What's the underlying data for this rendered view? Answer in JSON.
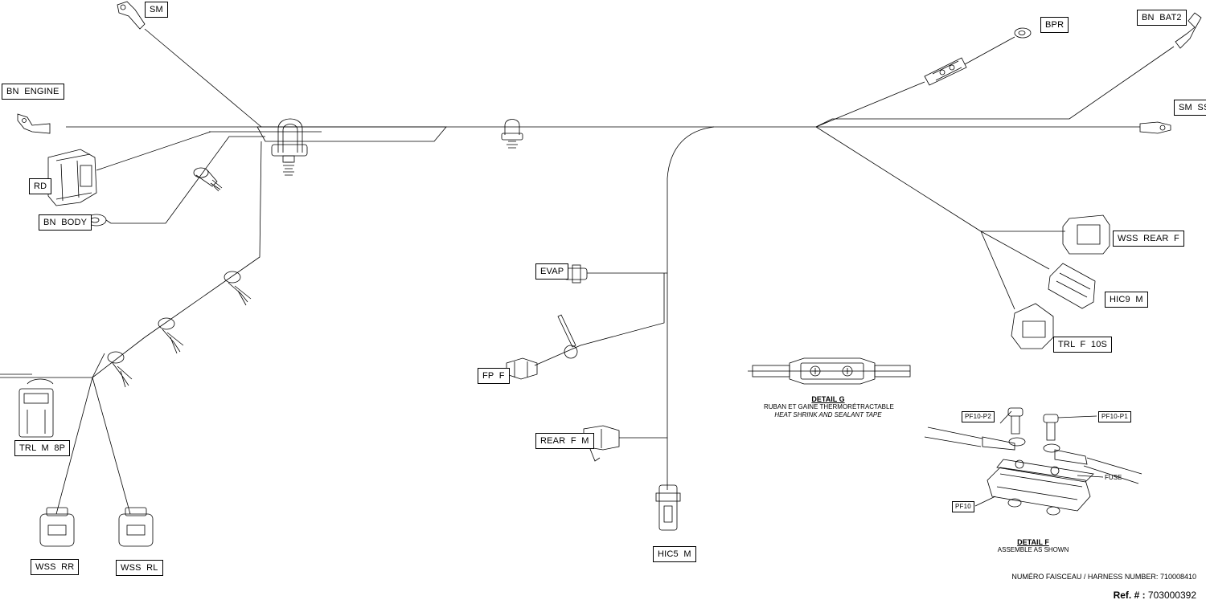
{
  "labels": {
    "sm": "SM",
    "bn_engine": "BN  ENGINE",
    "rd": "RD",
    "bn_body": "BN  BODY",
    "trl_m_8p": "TRL  M  8P",
    "wss_rr": "WSS  RR",
    "wss_rl": "WSS  RL",
    "bpr": "BPR",
    "bn_bat2": "BN  BAT2",
    "sm_ss": "SM  SS",
    "wss_rear_f": "WSS  REAR  F",
    "hic9_m": "HIC9  M",
    "trl_f_10s": "TRL  F  10S",
    "evap": "EVAP",
    "fp_f": "FP  F",
    "rear_f_m": "REAR  F  M",
    "hic5_m": "HIC5  M",
    "pf10_p2": "PF10-P2",
    "pf10_p1": "PF10-P1",
    "pf10": "PF10",
    "fuse": "FUSE"
  },
  "detail_g": {
    "title": "DETAIL G",
    "line1": "RUBAN ET GAINE THERMORÉTRACTABLE",
    "line2": "HEAT SHRINK AND SEALANT TAPE"
  },
  "detail_f": {
    "title": "DETAIL F",
    "line1": "ASSEMBLE AS SHOWN"
  },
  "footer": {
    "harness_label": "NUMÉRO FAISCEAU / HARNESS NUMBER:",
    "harness_number": "710008410",
    "ref_label": "Ref. # :",
    "ref_number": "703000392"
  }
}
